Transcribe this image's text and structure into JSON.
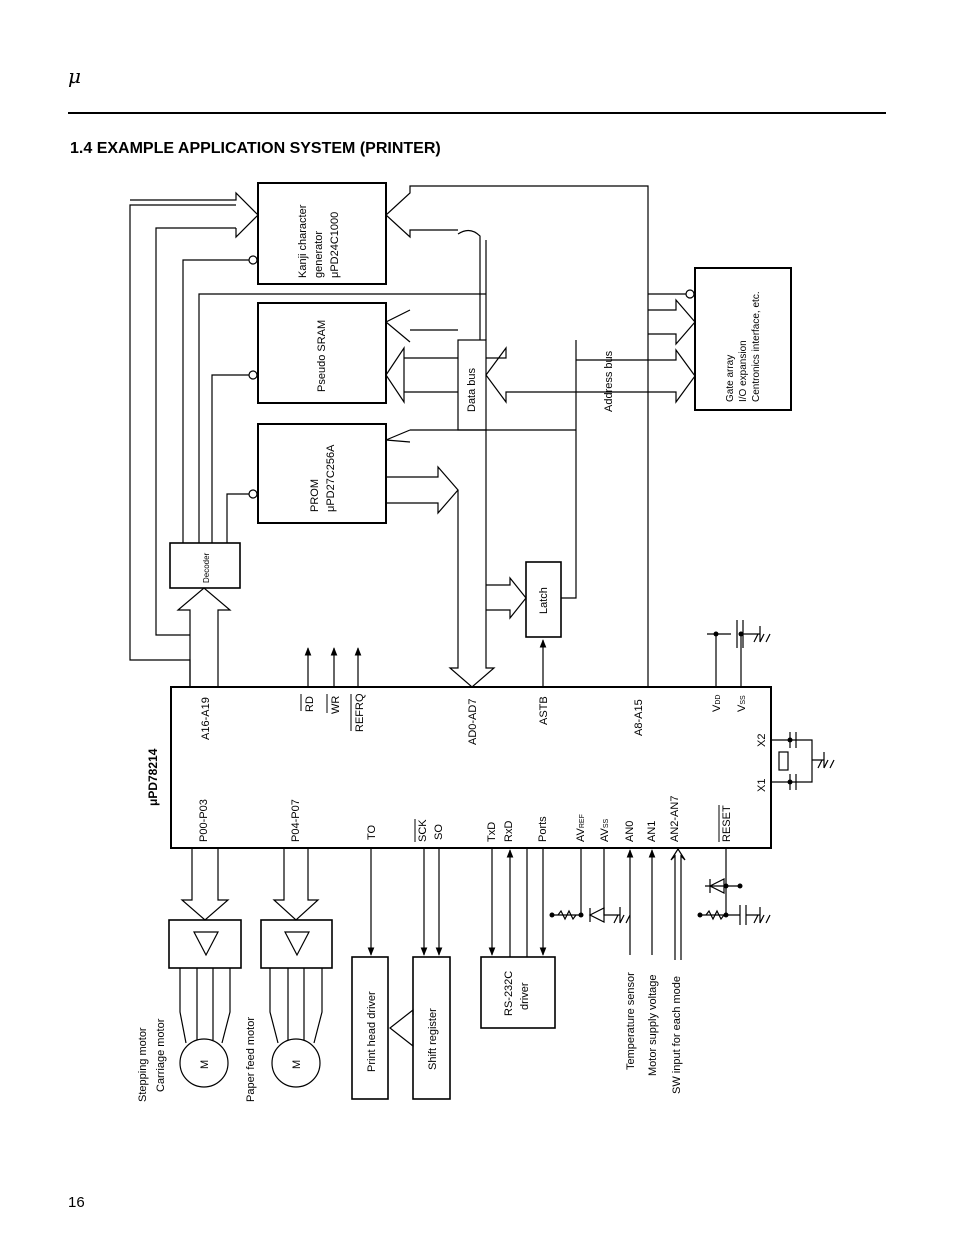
{
  "header": {
    "mark": "μ"
  },
  "section": {
    "title": "1.4 EXAMPLE APPLICATION SYSTEM (PRINTER)"
  },
  "page": {
    "number": "16"
  },
  "blocks": {
    "kanji": [
      "Kanji character",
      "generator",
      "μPD24C1000"
    ],
    "sram": [
      "Pseudo SRAM"
    ],
    "prom": [
      "PROM",
      "μPD27C256A"
    ],
    "gate": [
      "Gate array",
      "I/O expansion",
      "Centronics interface, etc."
    ],
    "decoder": "Decoder",
    "latch": "Latch",
    "data_bus": "Data bus",
    "address_bus": "Address bus",
    "mcu": "μPD78214",
    "print_head": "Print head driver",
    "shift_reg": "Shift register",
    "rs232": [
      "RS-232C",
      "driver"
    ],
    "motor_symbol": "M"
  },
  "pins_top": {
    "a16": "A16-A19",
    "rd": "RD",
    "wr": "WR",
    "refrq": "REFRQ",
    "ad0": "AD0-AD7",
    "astb": "ASTB",
    "a8": "A8-A15",
    "vdd": "V",
    "vdd_sub": "DD",
    "vss": "V",
    "vss_sub": "SS",
    "x2": "X2",
    "x1": "X1"
  },
  "pins_bottom": {
    "p00": "P00-P03",
    "p04": "P04-P07",
    "to": "TO",
    "sck": "SCK",
    "so": "SO",
    "txd": "TxD",
    "rxd": "RxD",
    "ports": "Ports",
    "avref": "AV",
    "avref_sub": "REF",
    "avss": "AV",
    "avss_sub": "SS",
    "an0": "AN0",
    "an1": "AN1",
    "an2": "AN2-AN7",
    "reset": "RESET"
  },
  "labels": {
    "stepping": "Stepping motor",
    "carriage": "Carriage motor",
    "paper": "Paper feed motor",
    "temp": "Temperature sensor",
    "motor_v": "Motor supply voltage",
    "sw": "SW input for each mode"
  }
}
